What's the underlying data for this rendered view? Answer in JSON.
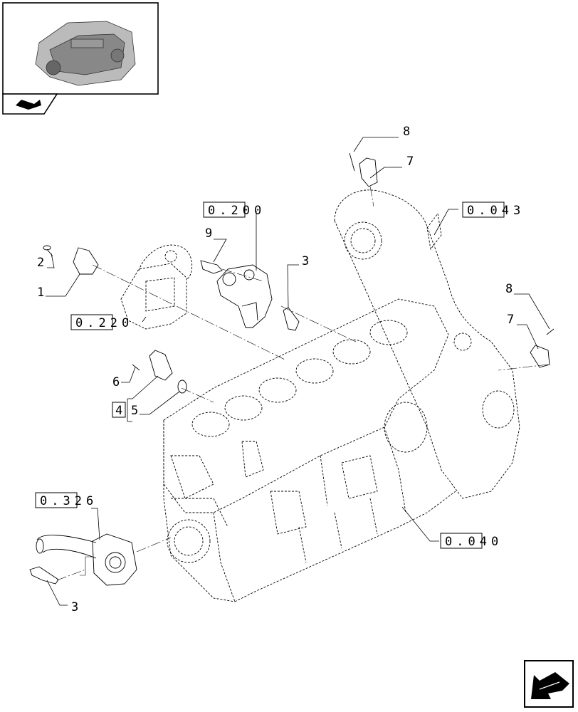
{
  "references": {
    "r0200": "0.200",
    "r0220": "0.220",
    "r0043": "0.043",
    "r0040": "0.040",
    "r0326": "0.326"
  },
  "callouts": {
    "c1": "1",
    "c2": "2",
    "c3a": "3",
    "c3b": "3",
    "c4": "4",
    "c5": "5",
    "c6": "6",
    "c7a": "7",
    "c7b": "7",
    "c8a": "8",
    "c8b": "8",
    "c9": "9"
  },
  "icons": {
    "thumbnail": "engine-thumbnail-icon",
    "nav_top": "previous-page-arrow-icon",
    "nav_bottom": "next-page-arrow-icon"
  }
}
